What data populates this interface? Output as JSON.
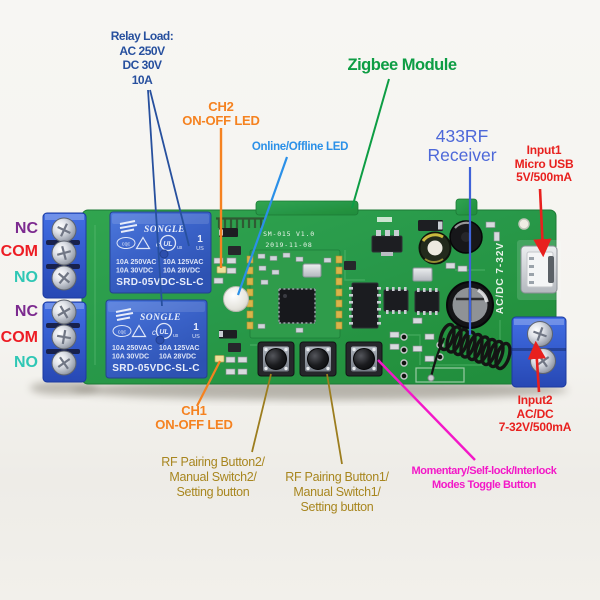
{
  "labels": {
    "relay_load": {
      "lines": [
        "Relay Load:",
        "AC 250V",
        "DC 30V",
        "10A"
      ],
      "color": "#27509e"
    },
    "ch2_led": {
      "lines": [
        "CH2",
        "ON-OFF LED"
      ],
      "color": "#f58220"
    },
    "online_led": {
      "text": "Online/Offline LED",
      "color": "#2b90e8"
    },
    "zigbee": {
      "text": "Zigbee Module",
      "color": "#0d9d44"
    },
    "rf433": {
      "lines": [
        "433RF",
        "Receiver"
      ],
      "color": "#4d68d9"
    },
    "input1": {
      "lines": [
        "Input1",
        "Micro USB",
        "5V/500mA"
      ],
      "color": "#e8201e"
    },
    "input2": {
      "lines": [
        "Input2",
        "AC/DC",
        "7-32V/500mA"
      ],
      "color": "#e8201e"
    },
    "ch1_led": {
      "lines": [
        "CH1",
        "ON-OFF LED"
      ],
      "color": "#f58220"
    },
    "pairing_btn2": {
      "lines": [
        "RF Pairing Button2/",
        "Manual Switch2/",
        "Setting button"
      ],
      "color": "#a8861f"
    },
    "pairing_btn1": {
      "lines": [
        "RF Pairing Button1/",
        "Manual Switch1/",
        "Setting button"
      ],
      "color": "#a8861f"
    },
    "modes_toggle": {
      "lines": [
        "Momentary/Self-lock/Interlock",
        "Modes Toggle Button"
      ],
      "color": "#f318c8"
    },
    "pin_labels": [
      {
        "text": "NC",
        "color": "#7c2a8f"
      },
      {
        "text": "COM",
        "color": "#ed1c24"
      },
      {
        "text": "NO",
        "color": "#2fc7b5"
      },
      {
        "text": "NC",
        "color": "#7c2a8f"
      },
      {
        "text": "COM",
        "color": "#ed1c24"
      },
      {
        "text": "NO",
        "color": "#2fc7b5"
      }
    ]
  },
  "board": {
    "silkscreen": {
      "model": "SM-015 V1.0",
      "date": "2019-11-08",
      "power": "AC/DC 7-32V"
    },
    "relay": {
      "brand": "SONGLE",
      "cert_cqc": "cqc",
      "cert_c": "c",
      "cert_ul": "UL",
      "cert_us": "us",
      "channel": "1",
      "us": "US",
      "rating_1l": "10A 250VAC",
      "rating_1r": "10A 125VAC",
      "rating_2l": "10A 30VDC",
      "rating_2r": "10A 28VDC",
      "model": "SRD-05VDC-SL-C"
    }
  }
}
